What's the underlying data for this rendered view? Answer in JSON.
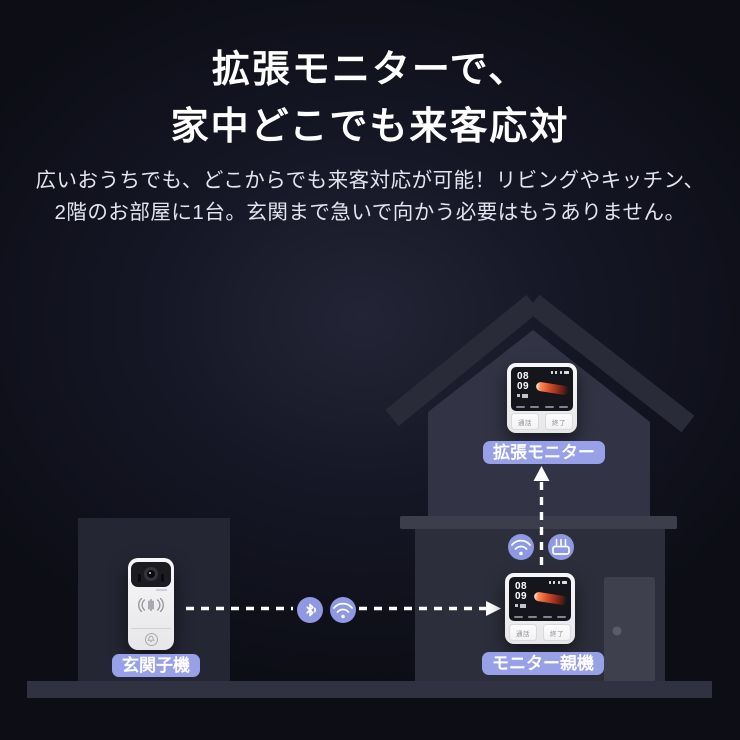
{
  "header": {
    "title_line1": "拡張モニターで、",
    "title_line2": "家中どこでも来客応対",
    "subtitle_line1": "広いおうちでも、どこからでも来客対応が可能！リビングやキッチン、",
    "subtitle_line2": "2階のお部屋に1台。玄関まで急いで向かう必要はもうありません。"
  },
  "diagram": {
    "labels": {
      "extended_monitor": "拡張モニター",
      "parent_monitor": "モニター親機",
      "door_unit": "玄関子機"
    },
    "monitor_screen": {
      "hour": "08",
      "minute": "09"
    },
    "monitor_buttons": {
      "talk": "通話",
      "end": "終了"
    },
    "icons": [
      "bluetooth-icon",
      "wifi-icon",
      "wifi-icon",
      "router-icon",
      "right-arrow-icon",
      "up-arrow-icon",
      "bell-icon",
      "camera-lens",
      "speaker-grille-icon"
    ],
    "colors": {
      "pill_bg": "#98a0e8",
      "icon_circle_bg": "#8f98e2",
      "connector": "#ffffff",
      "swoosh": "#d4502a",
      "device_body": "#f2f2f4",
      "screen_bg": "#15151c",
      "house_wall": "#2c2e3b",
      "roof": "#2a2b38",
      "ground": "#303241"
    }
  }
}
